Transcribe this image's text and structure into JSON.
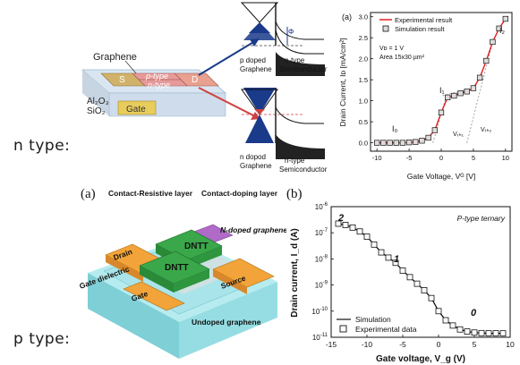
{
  "labels": {
    "n_type": "n type:",
    "p_type": "p type:"
  },
  "top_schematic": {
    "graphene": "Graphene",
    "s": "S",
    "d": "D",
    "p_type": "p-type",
    "n_type": "n-type",
    "al2o3": "Al₂O₃",
    "sio2": "SiO₂",
    "gate": "Gate",
    "phi_b": "Φ",
    "band1_left": "p doped",
    "band1_left2": "Graphene",
    "band1_right": "n-type",
    "band1_right2": "Semiconductor",
    "band2_left": "n dopod",
    "band2_left2": "Graphene",
    "band2_right": "n-type",
    "band2_right2": "Semiconductor"
  },
  "chart_top": {
    "panel": "(a)",
    "legend_line": "Experimental result",
    "legend_marker": "Simulation result",
    "cond1": "Vᴅ = 1 V",
    "cond2": "Area 15x30 µm²",
    "ylabel": "Drain Current, Iᴅ [mA/cm²]",
    "xlabel": "Gate Voltage, Vᴳ [V]",
    "i0": "I₀",
    "i1": "I₁",
    "i2": "I₂",
    "vth1": "Vₜₕ₁",
    "vth2": "Vₜₕ₂"
  },
  "bottom_schematic": {
    "panel": "(a)",
    "contact_resistive": "Contact-Resistive layer",
    "contact_doping": "Contact-doping layer",
    "n_doped": "N-doped graphene",
    "drain": "Drain",
    "dntt": "DNTT",
    "gate_dielectric": "Gate dielectric",
    "source": "Source",
    "gate": "Gate",
    "undoped": "Undoped graphene"
  },
  "chart_bottom": {
    "panel": "(b)",
    "inset": "P-type ternary",
    "ylabel": "Drain current, I_d (A)",
    "xlabel": "Gate voltage, V_g (V)",
    "legend_line": "Simulation",
    "legend_marker": "Experimental data",
    "lbl2": "2",
    "lbl1": "1",
    "lbl0": "0"
  },
  "chart_data": [
    {
      "type": "line",
      "title": "",
      "xlabel": "Gate Voltage, V_G [V]",
      "ylabel": "Drain Current, I_D [mA/cm²]",
      "xlim": [
        -11,
        11
      ],
      "ylim": [
        -0.2,
        3.1
      ],
      "xticks": [
        -10,
        -5,
        0,
        5,
        10
      ],
      "yticks": [
        0.0,
        0.5,
        1.0,
        1.5,
        2.0,
        2.5,
        3.0
      ],
      "series": [
        {
          "name": "Experimental result",
          "color": "#e02020",
          "x": [
            -10,
            -9,
            -8,
            -7,
            -6,
            -5,
            -4,
            -3,
            -2,
            -1,
            0,
            1,
            2,
            3,
            4,
            5,
            6,
            7,
            8,
            9,
            10
          ],
          "y": [
            0.0,
            0.0,
            0.0,
            0.0,
            0.0,
            0.01,
            0.02,
            0.05,
            0.12,
            0.3,
            0.72,
            1.08,
            1.12,
            1.18,
            1.22,
            1.3,
            1.55,
            1.95,
            2.4,
            2.72,
            2.95
          ]
        },
        {
          "name": "Simulation result",
          "marker": "square",
          "x": [
            -10,
            -9,
            -8,
            -7,
            -6,
            -5,
            -4,
            -3,
            -2,
            -1,
            0,
            1,
            2,
            3,
            4,
            5,
            6,
            7,
            8,
            9,
            10
          ],
          "y": [
            0.0,
            0.0,
            0.0,
            0.0,
            0.0,
            0.01,
            0.02,
            0.05,
            0.12,
            0.3,
            0.72,
            1.08,
            1.12,
            1.18,
            1.22,
            1.3,
            1.55,
            1.95,
            2.4,
            2.72,
            2.95
          ]
        }
      ]
    },
    {
      "type": "line",
      "title": "",
      "xlabel": "Gate voltage, V_g (V)",
      "ylabel": "Drain current, I_d (A)",
      "xlim": [
        -15,
        10
      ],
      "ylim_log10": [
        -11,
        -6
      ],
      "xticks": [
        -15,
        -10,
        -5,
        0,
        5,
        10
      ],
      "yticks": [
        "10^-11",
        "10^-10",
        "10^-9",
        "10^-8",
        "10^-7",
        "10^-6"
      ],
      "series": [
        {
          "name": "Simulation",
          "color": "#000000",
          "x": [
            -14,
            -13,
            -12,
            -11,
            -10,
            -9,
            -8,
            -7,
            -6,
            -5,
            -4,
            -3,
            -2,
            -1,
            0,
            1,
            2,
            3,
            4,
            5,
            6,
            7,
            8,
            9
          ],
          "log10_y": [
            -6.65,
            -6.7,
            -6.8,
            -6.95,
            -7.15,
            -7.45,
            -7.75,
            -7.95,
            -8.15,
            -8.45,
            -8.7,
            -8.95,
            -9.2,
            -9.5,
            -10.0,
            -10.35,
            -10.55,
            -10.7,
            -10.78,
            -10.82,
            -10.84,
            -10.85,
            -10.85,
            -10.85
          ]
        },
        {
          "name": "Experimental data",
          "marker": "square",
          "x": [
            -14,
            -13,
            -12,
            -11,
            -10,
            -9,
            -8,
            -7,
            -6,
            -5,
            -4,
            -3,
            -2,
            -1,
            0,
            1,
            2,
            3,
            4,
            5,
            6,
            7,
            8,
            9
          ],
          "log10_y": [
            -6.65,
            -6.7,
            -6.8,
            -6.95,
            -7.15,
            -7.45,
            -7.75,
            -7.95,
            -8.15,
            -8.45,
            -8.7,
            -8.95,
            -9.2,
            -9.5,
            -10.0,
            -10.35,
            -10.55,
            -10.7,
            -10.78,
            -10.82,
            -10.84,
            -10.85,
            -10.85,
            -10.85
          ]
        }
      ]
    }
  ]
}
